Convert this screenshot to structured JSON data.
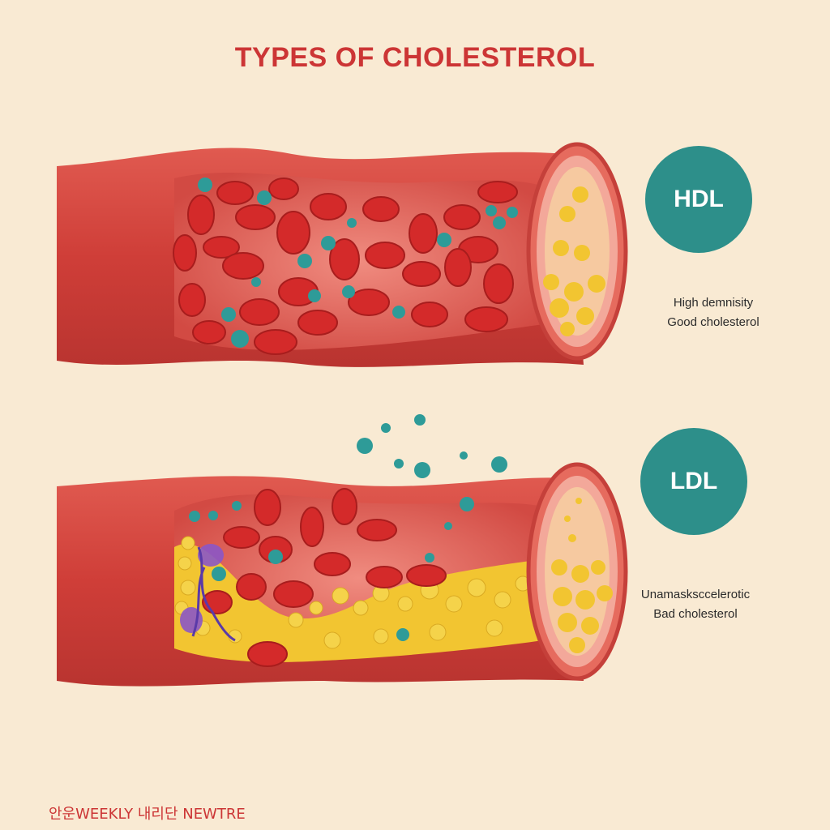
{
  "title": "TYPES OF CHOLESTEROL",
  "hdl": {
    "badge_label": "HDL",
    "caption_line1": "High demnisity",
    "caption_line2": "Good cholesterol"
  },
  "ldl": {
    "badge_label": "LDL",
    "caption_line1": "Unamasksccelerotic",
    "caption_line2": "Bad cholesterol"
  },
  "footer": "안운WEEKLY 내리단 NEWTRE",
  "colors": {
    "background": "#f9ead3",
    "title": "#cc3535",
    "badge": "#2d8f8a",
    "vessel_wall": "#d9463f",
    "blood_cell": "#d42a2a",
    "hdl_particle": "#2e9b98",
    "plaque": "#f2c531",
    "foam_cell": "#8b56c6"
  }
}
